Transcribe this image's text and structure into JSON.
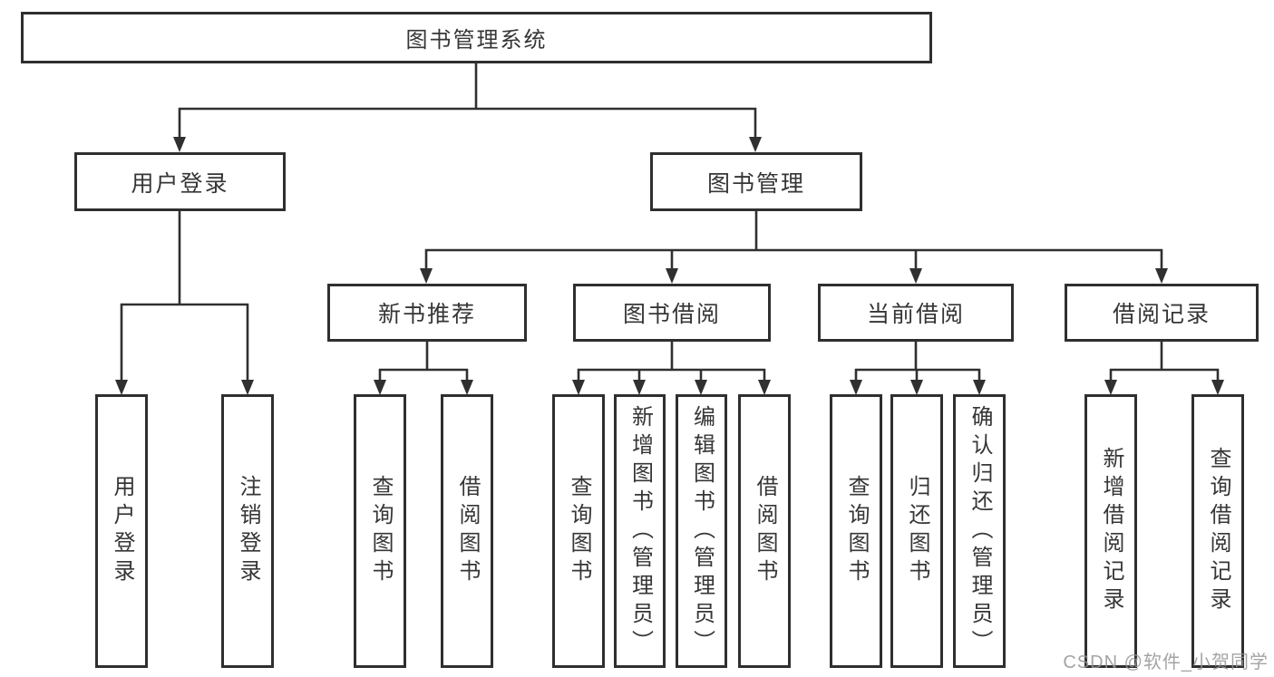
{
  "diagram": {
    "root": {
      "label": "图书管理系统"
    },
    "branches": {
      "user_login": {
        "label": "用户登录",
        "children": {
          "login": "用户登录",
          "logout": "注销登录"
        }
      },
      "book_management": {
        "label": "图书管理",
        "children": {
          "new_book_rec": {
            "label": "新书推荐",
            "children": {
              "query_books": "查询图书",
              "borrow_books": "借阅图书"
            }
          },
          "book_borrow": {
            "label": "图书借阅",
            "children": {
              "query_books": "查询图书",
              "add_books": "新增图书（管理员）",
              "edit_books": "编辑图书（管理员）",
              "borrow_books": "借阅图书"
            }
          },
          "current_borrow": {
            "label": "当前借阅",
            "children": {
              "query_books": "查询图书",
              "return_books": "归还图书",
              "confirm_return": "确认归还（管理员）"
            }
          },
          "borrow_records": {
            "label": "借阅记录",
            "children": {
              "add_record": "新增借阅记录",
              "query_record": "查询借阅记录"
            }
          }
        }
      }
    }
  },
  "watermark": "CSDN @软件_小贺同学",
  "colors": {
    "line": "#303030",
    "box_border": "#2f2f2f",
    "text": "#363636",
    "background": "#ffffff",
    "watermark": "#949494"
  }
}
